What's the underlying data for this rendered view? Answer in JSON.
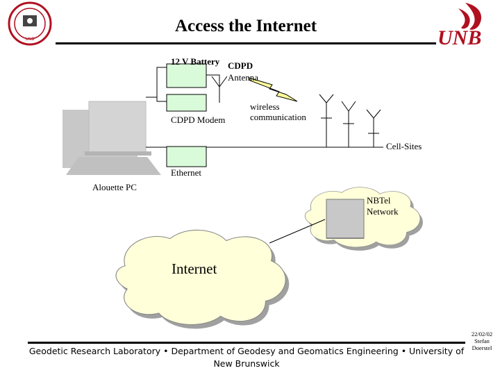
{
  "slide": {
    "title": "Access the Internet",
    "footer": "Geodetic Research Laboratory • Department of Geodesy and Geomatics Engineering • University of New Brunswick",
    "date": "22/02/02",
    "author_line1": "Stefan",
    "author_line2": "Doerstel",
    "unb_logo_text": "UNB",
    "seal_text": "UNB"
  },
  "labels": {
    "battery": "12 V Battery",
    "cdpd_antenna_1": "CDPD",
    "cdpd_antenna_2": "Antenna",
    "cdpd_modem": "CDPD Modem",
    "wireless_1": "wireless",
    "wireless_2": "communication",
    "cell_sites": "Cell-Sites",
    "ethernet": "Ethernet",
    "alouette_pc": "Alouette PC",
    "nbtel_1": "NBTel",
    "nbtel_2": "Network",
    "internet": "Internet"
  },
  "colors": {
    "box_fill": "#d9fbd9",
    "cloud_fill": "#ffffd9",
    "cloud_shadow": "#a0a0a0",
    "pc_gray": "#c8c8c8",
    "lightning": "#ffff99",
    "unb_red": "#b01020"
  }
}
